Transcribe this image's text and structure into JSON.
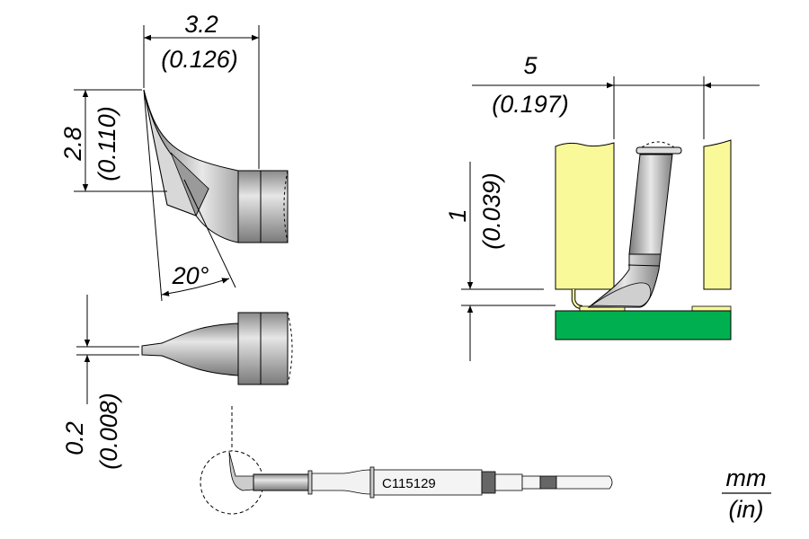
{
  "dimensions": {
    "width_top": {
      "mm": "3.2",
      "in": "(0.126)"
    },
    "height_left": {
      "mm": "2.8",
      "in": "(0.110)"
    },
    "angle": "20°",
    "thickness": {
      "mm": "0.2",
      "in": "(0.008)"
    },
    "reach": {
      "mm": "5",
      "in": "(0.197)"
    },
    "clearance": {
      "mm": "1",
      "in": "(0.039)"
    }
  },
  "part_number": "C115129",
  "units": {
    "primary": "mm",
    "secondary": "(in)"
  },
  "colors": {
    "component": "#f9f99a",
    "pcb": "#00b050",
    "tip_gray": "#a6a6a6"
  }
}
